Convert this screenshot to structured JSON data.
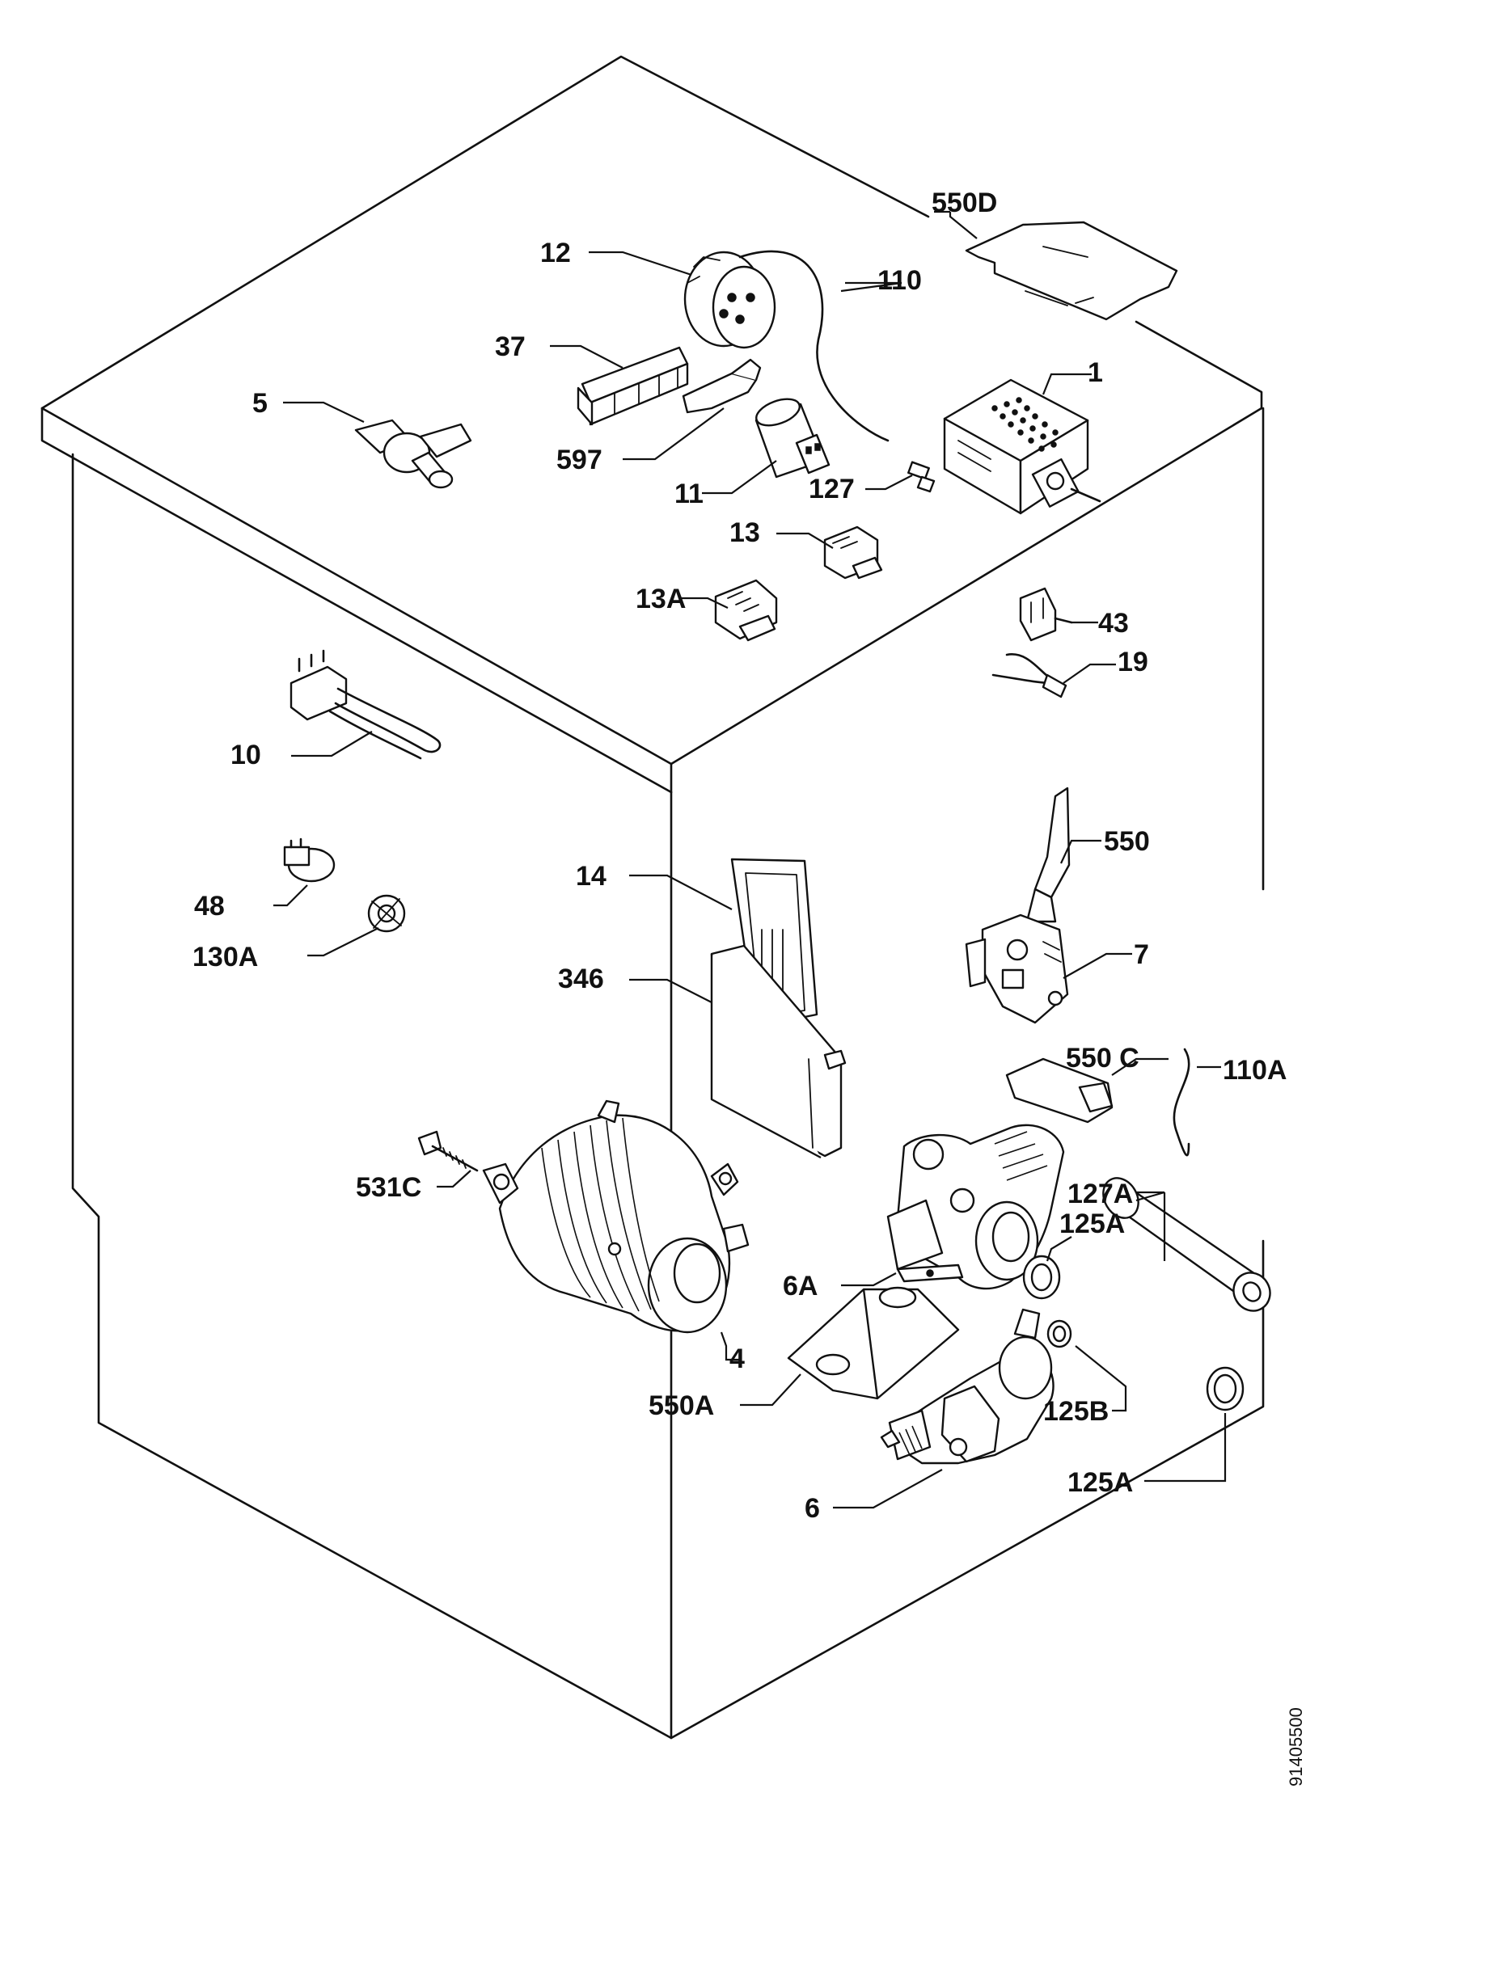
{
  "diagram": {
    "drawing_number": "91405500",
    "labels": {
      "p1": "1",
      "p4": "4",
      "p5": "5",
      "p6": "6",
      "p6a": "6A",
      "p7": "7",
      "p10": "10",
      "p11": "11",
      "p12": "12",
      "p13": "13",
      "p13a": "13A",
      "p14": "14",
      "p19": "19",
      "p37": "37",
      "p43": "43",
      "p48": "48",
      "p110": "110",
      "p110a": "110A",
      "p125a_top": "125A",
      "p125a_bottom": "125A",
      "p125b": "125B",
      "p127": "127",
      "p127a": "127A",
      "p130a": "130A",
      "p346": "346",
      "p531c": "531C",
      "p550": "550",
      "p550a": "550A",
      "p550c": "550 C",
      "p550d": "550D",
      "p597": "597"
    }
  }
}
